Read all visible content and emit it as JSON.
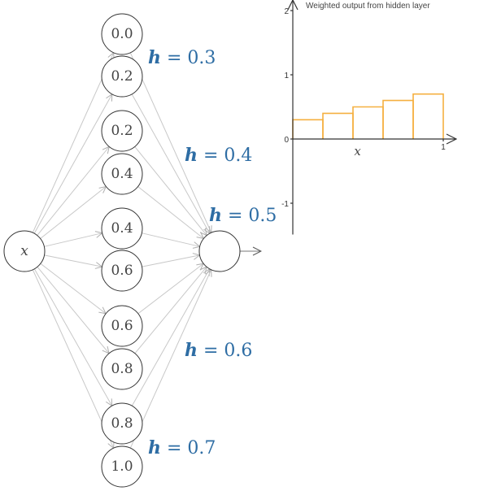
{
  "network": {
    "input_label": "x",
    "hidden_nodes": [
      "0.0",
      "0.2",
      "0.2",
      "0.4",
      "0.4",
      "0.6",
      "0.6",
      "0.8",
      "0.8",
      "1.0"
    ],
    "h_labels": [
      {
        "var": "h",
        "eq": " = ",
        "value": "0.3"
      },
      {
        "var": "h",
        "eq": " = ",
        "value": "0.4"
      },
      {
        "var": "h",
        "eq": " = ",
        "value": "0.5"
      },
      {
        "var": "h",
        "eq": " = ",
        "value": "0.6"
      },
      {
        "var": "h",
        "eq": " = ",
        "value": "0.7"
      }
    ],
    "output_label": "",
    "colors": {
      "h_label": "#2e6da4",
      "edge": "#c8c8c8",
      "node_stroke": "#333333"
    }
  },
  "chart_data": {
    "type": "bar",
    "title": "Weighted output from hidden layer",
    "xlabel": "x",
    "ylabel": "",
    "x_ticks": [
      "0",
      "1"
    ],
    "y_ticks": [
      "2",
      "1",
      "0",
      "-1"
    ],
    "xlim": [
      0,
      1
    ],
    "ylim": [
      -1.5,
      2
    ],
    "bins": [
      [
        0,
        0.2
      ],
      [
        0.2,
        0.4
      ],
      [
        0.4,
        0.6
      ],
      [
        0.6,
        0.8
      ],
      [
        0.8,
        1.0
      ]
    ],
    "values": [
      0.3,
      0.4,
      0.5,
      0.6,
      0.7
    ],
    "bar_color": "#f5b041",
    "grid": false
  }
}
